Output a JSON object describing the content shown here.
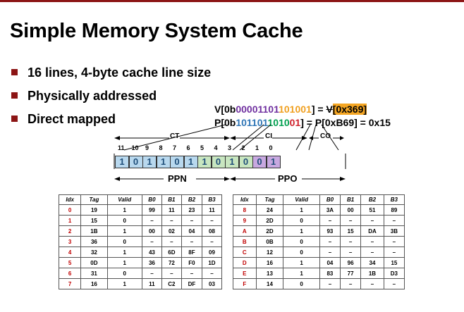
{
  "slide": {
    "title": "Simple Memory System Cache",
    "bullets": [
      "16 lines, 4-byte cache line size",
      "Physically addressed",
      "Direct mapped"
    ]
  },
  "vaddr": {
    "prefix": "V[0b",
    "bits_purple": "00001101",
    "bits_orange": "101001",
    "suffix": "] = ",
    "rhs_v": "V",
    "rhs_hex": "[0x369]"
  },
  "paddr": {
    "prefix": "P[0b",
    "bits_blue": "101101",
    "bits_green": "1010",
    "bits_red": "01",
    "suffix": "] = ",
    "rhs": "P[0xB69] = 0x15"
  },
  "fields": {
    "ct": "CT",
    "ci": "CI",
    "co": "CO",
    "ppn": "PPN",
    "ppo": "PPO"
  },
  "bit_numbers": [
    "11",
    "10",
    "9",
    "8",
    "7",
    "6",
    "5",
    "4",
    "3",
    "2",
    "1",
    "0"
  ],
  "bits": [
    "1",
    "0",
    "1",
    "1",
    "0",
    "1",
    "1",
    "0",
    "1",
    "0",
    "0",
    "1"
  ],
  "colors": {
    "ct_fill": "#b8d8ee",
    "ci_fill": "#c8e6c0",
    "co_fill": "#c8a8e0",
    "accent": "#8c1515"
  },
  "table_headers": [
    "Idx",
    "Tag",
    "Valid",
    "B0",
    "B1",
    "B2",
    "B3"
  ],
  "cache_left": [
    [
      "0",
      "19",
      "1",
      "99",
      "11",
      "23",
      "11"
    ],
    [
      "1",
      "15",
      "0",
      "–",
      "–",
      "–",
      "–"
    ],
    [
      "2",
      "1B",
      "1",
      "00",
      "02",
      "04",
      "08"
    ],
    [
      "3",
      "36",
      "0",
      "–",
      "–",
      "–",
      "–"
    ],
    [
      "4",
      "32",
      "1",
      "43",
      "6D",
      "8F",
      "09"
    ],
    [
      "5",
      "0D",
      "1",
      "36",
      "72",
      "F0",
      "1D"
    ],
    [
      "6",
      "31",
      "0",
      "–",
      "–",
      "–",
      "–"
    ],
    [
      "7",
      "16",
      "1",
      "11",
      "C2",
      "DF",
      "03"
    ]
  ],
  "cache_right": [
    [
      "8",
      "24",
      "1",
      "3A",
      "00",
      "51",
      "89"
    ],
    [
      "9",
      "2D",
      "0",
      "–",
      "–",
      "–",
      "–"
    ],
    [
      "A",
      "2D",
      "1",
      "93",
      "15",
      "DA",
      "3B"
    ],
    [
      "B",
      "0B",
      "0",
      "–",
      "–",
      "–",
      "–"
    ],
    [
      "C",
      "12",
      "0",
      "–",
      "–",
      "–",
      "–"
    ],
    [
      "D",
      "16",
      "1",
      "04",
      "96",
      "34",
      "15"
    ],
    [
      "E",
      "13",
      "1",
      "83",
      "77",
      "1B",
      "D3"
    ],
    [
      "F",
      "14",
      "0",
      "–",
      "–",
      "–",
      "–"
    ]
  ]
}
